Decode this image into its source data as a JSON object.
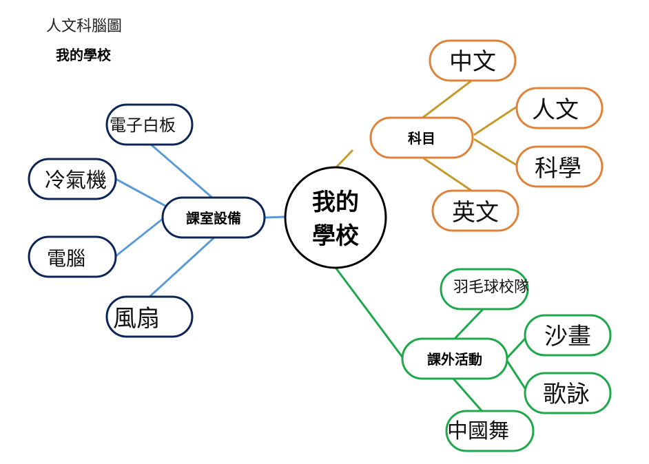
{
  "header": {
    "title": "人文科腦圖",
    "subtitle": "我的學校"
  },
  "diagram": {
    "center": {
      "line1": "我的",
      "line2": "學校"
    },
    "branches": [
      {
        "label": "科目",
        "color": "#C59A2A",
        "leaf_border": "#E0823A",
        "leaves": [
          "中文",
          "人文",
          "科學",
          "英文"
        ]
      },
      {
        "label": "課室設備",
        "color": "#5B9BD5",
        "leaf_border": "#0D2456",
        "leaves": [
          "電子白板",
          "冷氣機",
          "電腦",
          "風扇"
        ]
      },
      {
        "label": "課外活動",
        "color": "#1DA84A",
        "leaf_border": "#1DA84A",
        "leaves": [
          "羽毛球校隊",
          "沙畫",
          "歌詠",
          "中國舞"
        ]
      }
    ]
  }
}
